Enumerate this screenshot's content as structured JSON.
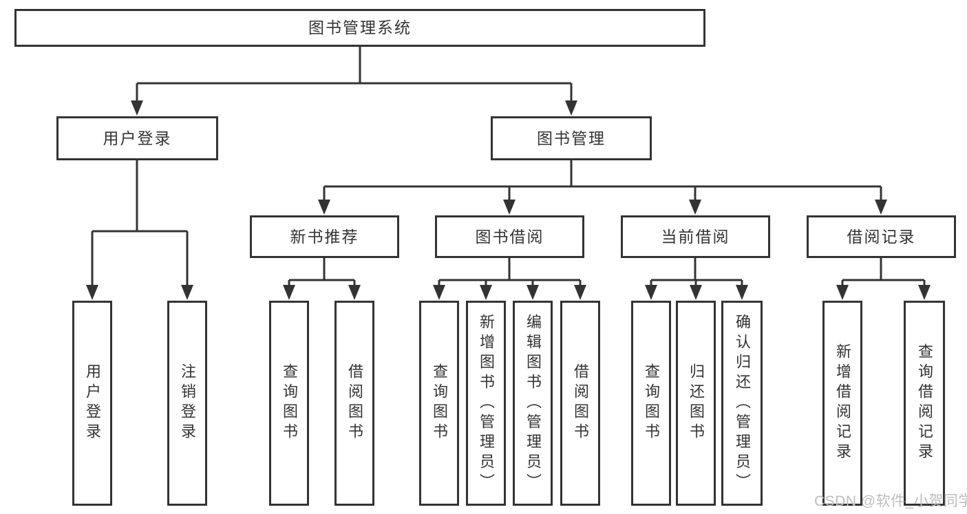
{
  "diagram": {
    "root": {
      "label": "图书管理系统",
      "children": [
        {
          "label": "用户登录",
          "children": [
            {
              "label": "用户登录"
            },
            {
              "label": "注销登录"
            }
          ]
        },
        {
          "label": "图书管理",
          "children": [
            {
              "label": "新书推荐",
              "children": [
                {
                  "label": "查询图书"
                },
                {
                  "label": "借阅图书"
                }
              ]
            },
            {
              "label": "图书借阅",
              "children": [
                {
                  "label": "查询图书"
                },
                {
                  "label": "新增图书（管理员）"
                },
                {
                  "label": "编辑图书（管理员）"
                },
                {
                  "label": "借阅图书"
                }
              ]
            },
            {
              "label": "当前借阅",
              "children": [
                {
                  "label": "查询图书"
                },
                {
                  "label": "归还图书"
                },
                {
                  "label": "确认归还（管理员）"
                }
              ]
            },
            {
              "label": "借阅记录",
              "children": [
                {
                  "label": "新增借阅记录"
                },
                {
                  "label": "查询借阅记录"
                }
              ]
            }
          ]
        }
      ]
    }
  },
  "watermark": {
    "text": "CSDN @软件_小贺同学"
  },
  "colors": {
    "line": "#333333",
    "box_border": "#333333",
    "text": "#333333",
    "background": "#ffffff",
    "watermark": "#bdbdbd"
  }
}
